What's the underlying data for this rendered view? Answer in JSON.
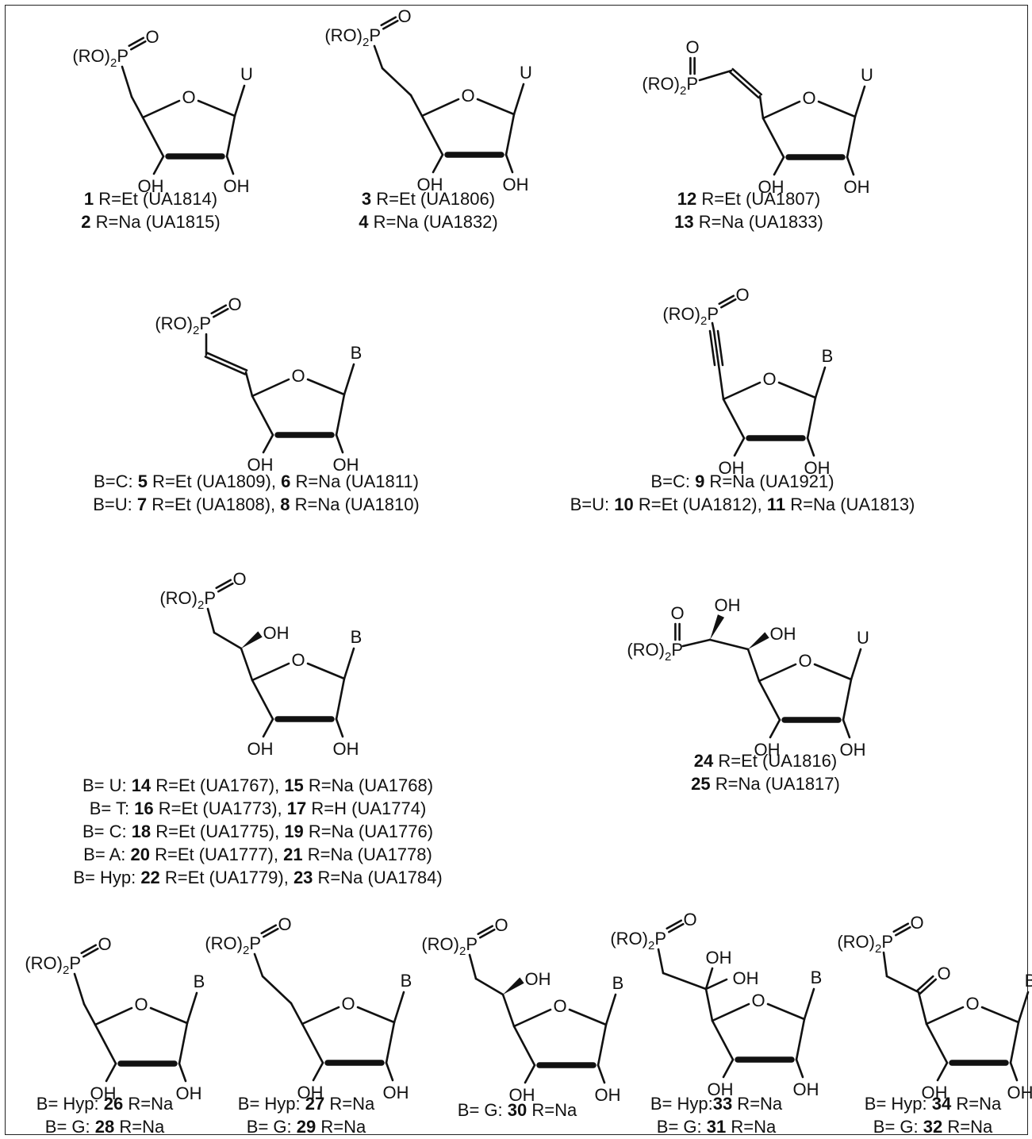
{
  "structures": [
    {
      "id": "s1",
      "variant": "CH2",
      "base": "U",
      "captions": [
        [
          {
            "b": "1"
          },
          {
            "t": " R=Et (UA1814)"
          }
        ],
        [
          {
            "b": "2"
          },
          {
            "t": " R=Na (UA1815)"
          }
        ]
      ]
    },
    {
      "id": "s2",
      "variant": "CH2CH2",
      "base": "U",
      "captions": [
        [
          {
            "b": "3"
          },
          {
            "t": " R=Et (UA1806)"
          }
        ],
        [
          {
            "b": "4"
          },
          {
            "t": " R=Na (UA1832)"
          }
        ]
      ]
    },
    {
      "id": "s3",
      "variant": "Z-vinyl",
      "base": "U",
      "captions": [
        [
          {
            "b": "12"
          },
          {
            "t": " R=Et (UA1807)"
          }
        ],
        [
          {
            "b": "13"
          },
          {
            "t": " R=Na (UA1833)"
          }
        ]
      ]
    },
    {
      "id": "s4",
      "variant": "E-vinyl",
      "base": "B",
      "captions": [
        [
          {
            "t": "B=C: "
          },
          {
            "b": "5"
          },
          {
            "t": " R=Et (UA1809), "
          },
          {
            "b": "6"
          },
          {
            "t": " R=Na (UA1811)"
          }
        ],
        [
          {
            "t": "B=U: "
          },
          {
            "b": "7"
          },
          {
            "t": " R=Et (UA1808), "
          },
          {
            "b": "8"
          },
          {
            "t": " R=Na (UA1810)"
          }
        ]
      ]
    },
    {
      "id": "s5",
      "variant": "alkyne",
      "base": "B",
      "captions": [
        [
          {
            "t": "B=C: "
          },
          {
            "b": "9"
          },
          {
            "t": " R=Na (UA1921)"
          }
        ],
        [
          {
            "t": "B=U: "
          },
          {
            "b": "10"
          },
          {
            "t": " R=Et (UA1812), "
          },
          {
            "b": "11"
          },
          {
            "t": " R=Na (UA1813)"
          }
        ]
      ]
    },
    {
      "id": "s6",
      "variant": "5-OH",
      "base": "B",
      "captions": [
        [
          {
            "t": "B= U: "
          },
          {
            "b": "14"
          },
          {
            "t": " R=Et (UA1767), "
          },
          {
            "b": "15"
          },
          {
            "t": " R=Na (UA1768)"
          }
        ],
        [
          {
            "t": "B= T: "
          },
          {
            "b": "16"
          },
          {
            "t": " R=Et (UA1773), "
          },
          {
            "b": "17"
          },
          {
            "t": " R=H (UA1774)"
          }
        ],
        [
          {
            "t": "B= C: "
          },
          {
            "b": "18"
          },
          {
            "t": " R=Et (UA1775), "
          },
          {
            "b": "19"
          },
          {
            "t": " R=Na (UA1776)"
          }
        ],
        [
          {
            "t": "B= A: "
          },
          {
            "b": "20"
          },
          {
            "t": " R=Et (UA1777), "
          },
          {
            "b": "21"
          },
          {
            "t": " R=Na (UA1778)"
          }
        ],
        [
          {
            "t": "B= Hyp: "
          },
          {
            "b": "22"
          },
          {
            "t": " R=Et (UA1779), "
          },
          {
            "b": "23"
          },
          {
            "t": " R=Na (UA1784)"
          }
        ]
      ]
    },
    {
      "id": "s7",
      "variant": "5,6-diOH",
      "base": "U",
      "captions": [
        [
          {
            "b": "24"
          },
          {
            "t": " R=Et (UA1816)"
          }
        ],
        [
          {
            "b": "25"
          },
          {
            "t": " R=Na (UA1817)"
          }
        ]
      ]
    },
    {
      "id": "s8",
      "variant": "CH2",
      "base": "B",
      "captions": [
        [
          {
            "t": "B= Hyp: "
          },
          {
            "b": "26"
          },
          {
            "t": " R=Na"
          }
        ],
        [
          {
            "t": "B= G: "
          },
          {
            "b": "28"
          },
          {
            "t": " R=Na"
          }
        ]
      ]
    },
    {
      "id": "s9",
      "variant": "CH2CH2",
      "base": "B",
      "captions": [
        [
          {
            "t": "B= Hyp: "
          },
          {
            "b": "27"
          },
          {
            "t": " R=Na"
          }
        ],
        [
          {
            "t": "B= G: "
          },
          {
            "b": "29"
          },
          {
            "t": " R=Na"
          }
        ]
      ]
    },
    {
      "id": "s10",
      "variant": "5-OH",
      "base": "B",
      "captions": [
        [
          {
            "t": "B= G: "
          },
          {
            "b": "30"
          },
          {
            "t": " R=Na"
          }
        ]
      ]
    },
    {
      "id": "s11",
      "variant": "gem-diol",
      "base": "B",
      "captions": [
        [
          {
            "t": "B= Hyp:"
          },
          {
            "b": "33"
          },
          {
            "t": " R=Na"
          }
        ],
        [
          {
            "t": "B= G: "
          },
          {
            "b": "31"
          },
          {
            "t": " R=Na"
          }
        ]
      ]
    },
    {
      "id": "s12",
      "variant": "ketone",
      "base": "B",
      "captions": [
        [
          {
            "t": "B= Hyp: "
          },
          {
            "b": "34"
          },
          {
            "t": " R=Na"
          }
        ],
        [
          {
            "t": "B= G: "
          },
          {
            "b": "32"
          },
          {
            "t": " R=Na"
          }
        ]
      ]
    }
  ],
  "atoms": {
    "ring_o": "O",
    "oh": "OH",
    "phosphonate_prefix": "(RO)",
    "phosphonate_sub": "2",
    "phosphorus": "P",
    "oxo": "O"
  }
}
